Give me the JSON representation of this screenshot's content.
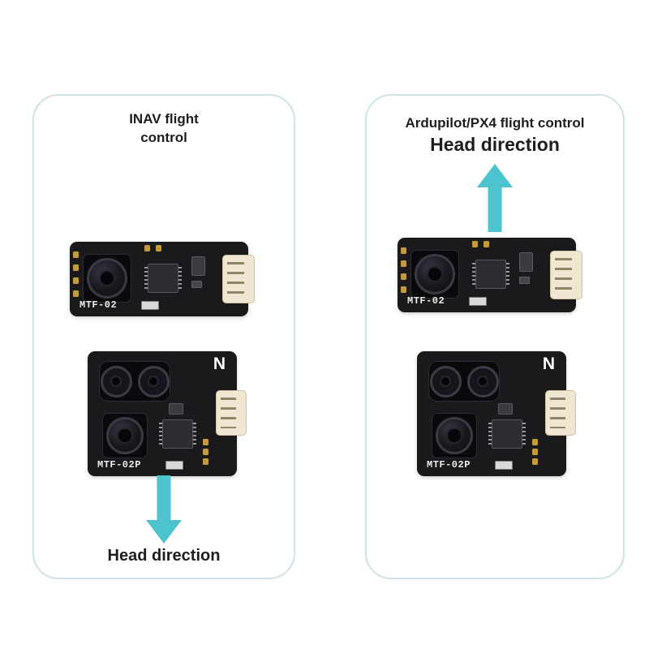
{
  "left_panel": {
    "title_line1": "INAV flight",
    "title_line2": "control",
    "head_direction": "Head direction"
  },
  "right_panel": {
    "title": "Ardupilot/PX4 flight control",
    "head_direction": "Head direction"
  },
  "boards": {
    "small_label": "MTF-02",
    "large_label": "MTF-02P",
    "logo": "N"
  },
  "colors": {
    "arrow": "#4cc3cd",
    "panel_border": "#cde3e6",
    "board": "#1a1a1c",
    "silk_text": "#ececec"
  }
}
